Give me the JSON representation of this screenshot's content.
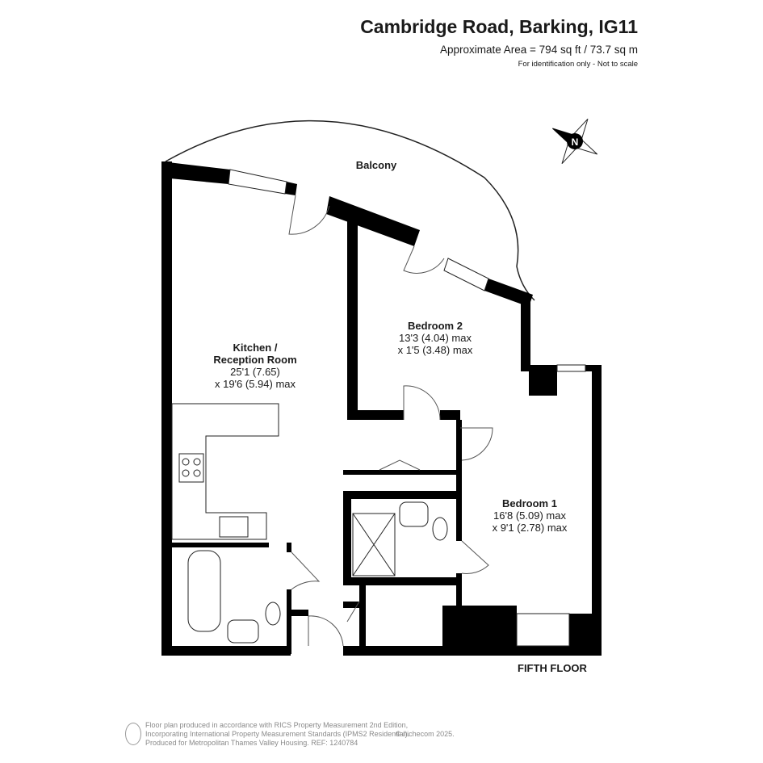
{
  "header": {
    "title": "Cambridge Road, Barking, IG11",
    "area": "Approximate Area = 794 sq ft / 73.7 sq m",
    "note": "For identification only - Not to scale"
  },
  "rooms": {
    "balcony": {
      "name": "Balcony"
    },
    "kitchen": {
      "name_line1": "Kitchen /",
      "name_line2": "Reception Room",
      "dim1": "25'1 (7.65)",
      "dim2": "x 19'6 (5.94) max"
    },
    "bedroom2": {
      "name": "Bedroom 2",
      "dim1": "13'3 (4.04) max",
      "dim2": "x 1'5 (3.48) max"
    },
    "bedroom1": {
      "name": "Bedroom 1",
      "dim1": "16'8 (5.09) max",
      "dim2": "x 9'1 (2.78) max"
    }
  },
  "floor_label": "FIFTH FLOOR",
  "compass": {
    "letter": "N"
  },
  "footer": {
    "line1": "Floor plan produced in accordance with RICS Property Measurement 2nd Edition,",
    "line2": "Incorporating International Property Measurement Standards (IPMS2 Residential).",
    "line3": "Produced for Metropolitan Thames Valley Housing.   REF: 1240784",
    "copyright": "© nichecom 2025."
  }
}
